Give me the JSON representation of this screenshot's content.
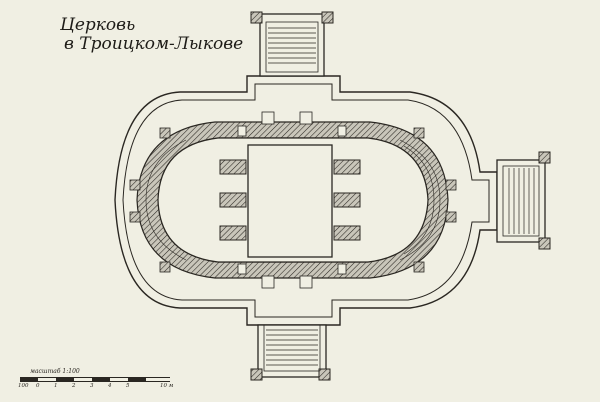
{
  "title": {
    "line1": "Церковь",
    "line2": "в Троицком-Лыкове"
  },
  "scale": {
    "caption": "масштаб 1:100",
    "ticks": [
      "100",
      "0",
      "1",
      "2",
      "3",
      "4",
      "5",
      "10 м"
    ]
  },
  "colors": {
    "paper": "#f0efe3",
    "ink": "#1e1c18",
    "hatch_fill": "#b9b6aa"
  }
}
